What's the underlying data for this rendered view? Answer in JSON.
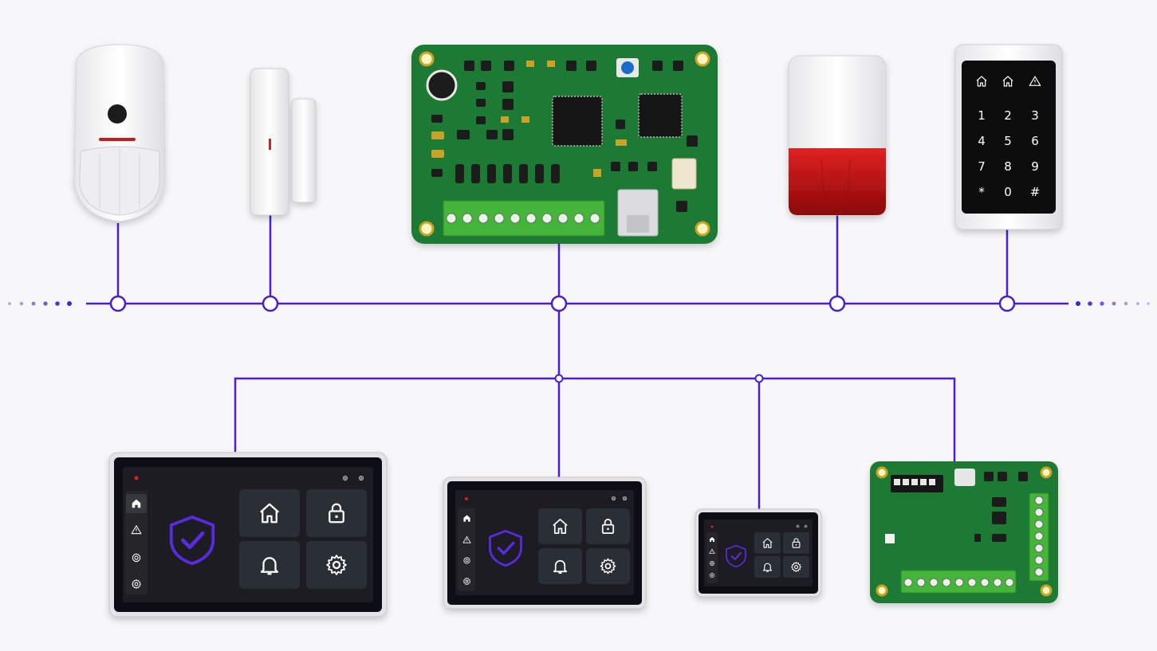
{
  "diagram": {
    "bus_color": "#4a1fd1",
    "pcb_color": "#1f7a34",
    "terminal_color": "#44b43a",
    "screen_color": "#1b1d21",
    "siren_color": "#c41414"
  },
  "devices": {
    "motion_sensor": {
      "icon": "motion-sensor"
    },
    "door_contact": {
      "icon": "door-contact"
    },
    "control_board": {
      "icon": "control-panel-pcb"
    },
    "siren": {
      "icon": "siren"
    },
    "keypad": {
      "top_icons": [
        "home-icon",
        "home-icon",
        "alert-icon"
      ],
      "keys": [
        "1",
        "2",
        "3",
        "4",
        "5",
        "6",
        "7",
        "8",
        "9",
        "*",
        "0",
        "#"
      ]
    },
    "touchscreens": {
      "sidebar_icons": [
        "home-icon",
        "alert-icon",
        "camera-icon",
        "gear-icon"
      ],
      "tiles": [
        "home-icon",
        "lock-icon",
        "bell-icon",
        "gear-icon"
      ],
      "status_icon": "shield-check-icon"
    },
    "expansion_board": {
      "icon": "expansion-pcb"
    }
  }
}
